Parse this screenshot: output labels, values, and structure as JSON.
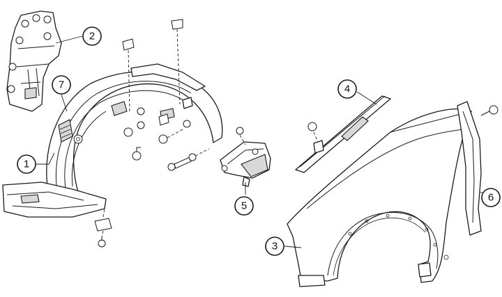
{
  "callouts": [
    {
      "id": "1",
      "label": "1"
    },
    {
      "id": "2",
      "label": "2"
    },
    {
      "id": "3",
      "label": "3"
    },
    {
      "id": "4",
      "label": "4"
    },
    {
      "id": "5",
      "label": "5"
    },
    {
      "id": "6",
      "label": "6"
    },
    {
      "id": "7",
      "label": "7"
    }
  ],
  "colors": {
    "line": "#1a1a1a",
    "shade": "#d8d8d8",
    "background": "#ffffff"
  }
}
